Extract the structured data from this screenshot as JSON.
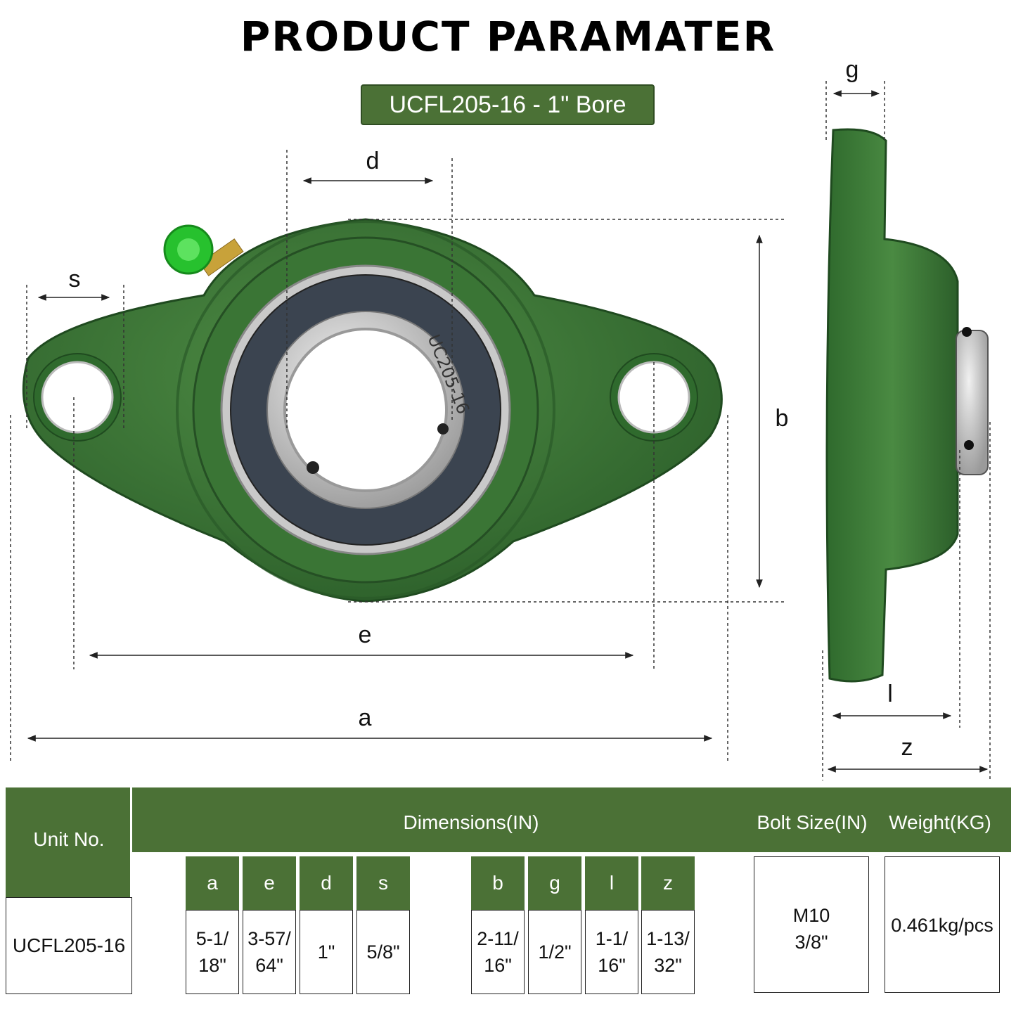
{
  "title": "PRODUCT PARAMATER",
  "model_badge": "UCFL205-16 - 1\" Bore",
  "dimension_labels": {
    "d": "d",
    "s": "s",
    "b": "b",
    "e": "e",
    "a": "a",
    "g": "g",
    "l": "l",
    "z": "z"
  },
  "housing_marking": "UC205-16",
  "housing_color": "#3f7a38",
  "table": {
    "unit_header": "Unit No.",
    "dimensions_header": "Dimensions(IN)",
    "bolt_header": "Bolt Size(IN)",
    "weight_header": "Weight(KG)",
    "columns": [
      "a",
      "e",
      "d",
      "s",
      "b",
      "g",
      "l",
      "z"
    ],
    "unit_no": "UCFL205-16",
    "values": {
      "a": [
        "5-1/",
        "18\""
      ],
      "e": [
        "3-57/",
        "64\""
      ],
      "d": [
        "1\""
      ],
      "s": [
        "5/8\""
      ],
      "b": [
        "2-11/",
        "16\""
      ],
      "g": [
        "1/2\""
      ],
      "l": [
        "1-1/",
        "16\""
      ],
      "z": [
        "1-13/",
        "32\""
      ]
    },
    "bolt_size": [
      "M10",
      "3/8\""
    ],
    "weight": "0.461kg/pcs",
    "header_color": "#4b7136"
  }
}
